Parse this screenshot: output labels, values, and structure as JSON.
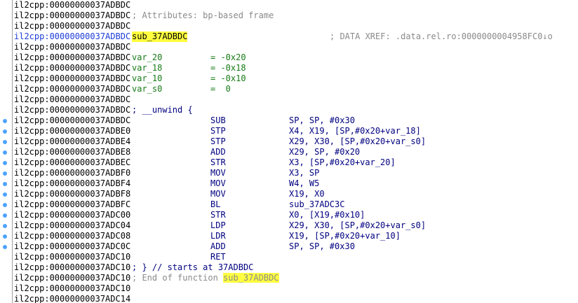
{
  "listing": {
    "prefix": "il2cpp:",
    "lines": [
      {
        "addr": "00000000037ADBDC"
      },
      {
        "addr": "00000000037ADBDC",
        "comment": "; Attributes: bp-based frame"
      },
      {
        "addr": "00000000037ADBDC"
      },
      {
        "addr": "00000000037ADBDC",
        "label": "sub_37ADBDC",
        "xref": "; DATA XREF: .data.rel.ro:0000000004958FC0↓o"
      },
      {
        "addr": "00000000037ADBDC"
      },
      {
        "addr": "00000000037ADBDC",
        "var_name": "var_20",
        "var_value": "= -0x20"
      },
      {
        "addr": "00000000037ADBDC",
        "var_name": "var_18",
        "var_value": "= -0x18"
      },
      {
        "addr": "00000000037ADBDC",
        "var_name": "var_10",
        "var_value": "= -0x10"
      },
      {
        "addr": "00000000037ADBDC",
        "var_name": "var_s0",
        "var_value": "=  0"
      },
      {
        "addr": "00000000037ADBDC"
      },
      {
        "addr": "00000000037ADBDC",
        "directive": "; __unwind {"
      },
      {
        "addr": "00000000037ADBDC",
        "mnemonic": "SUB",
        "operands": "SP, SP, #0x30"
      },
      {
        "addr": "00000000037ADBE0",
        "mnemonic": "STP",
        "operands": "X4, X19, [SP,#0x20+var_18]"
      },
      {
        "addr": "00000000037ADBE4",
        "mnemonic": "STP",
        "operands": "X29, X30, [SP,#0x20+var_s0]"
      },
      {
        "addr": "00000000037ADBE8",
        "mnemonic": "ADD",
        "operands": "X29, SP, #0x20"
      },
      {
        "addr": "00000000037ADBEC",
        "mnemonic": "STR",
        "operands": "X3, [SP,#0x20+var_20]"
      },
      {
        "addr": "00000000037ADBF0",
        "mnemonic": "MOV",
        "operands": "X3, SP"
      },
      {
        "addr": "00000000037ADBF4",
        "mnemonic": "MOV",
        "operands": "W4, W5"
      },
      {
        "addr": "00000000037ADBF8",
        "mnemonic": "MOV",
        "operands": "X19, X0"
      },
      {
        "addr": "00000000037ADBFC",
        "mnemonic": "BL",
        "operands": "sub_37ADC3C"
      },
      {
        "addr": "00000000037ADC00",
        "mnemonic": "STR",
        "operands": "X0, [X19,#0x10]"
      },
      {
        "addr": "00000000037ADC04",
        "mnemonic": "LDP",
        "operands": "X29, X30, [SP,#0x20+var_s0]"
      },
      {
        "addr": "00000000037ADC08",
        "mnemonic": "LDR",
        "operands": "X19, [SP,#0x20+var_10]"
      },
      {
        "addr": "00000000037ADC0C",
        "mnemonic": "ADD",
        "operands": "SP, SP, #0x30"
      },
      {
        "addr": "00000000037ADC10",
        "mnemonic": "RET"
      },
      {
        "addr": "00000000037ADC10",
        "directive": "; } // starts at 37ADBDC"
      },
      {
        "addr": "00000000037ADC10",
        "comment": "; End of function ",
        "comment_name": "sub_37ADBDC"
      },
      {
        "addr": "00000000037ADC10"
      },
      {
        "addr": "00000000037ADC14"
      }
    ]
  },
  "colors": {
    "gutter_dot": "#4da3ff",
    "selected_address": "#1c3bd6",
    "highlight": "#ffff40",
    "comment": "#8a8a8a",
    "variable": "#167a16",
    "instruction": "#000080"
  },
  "gutter": {
    "marker_icon": "breakpoint-dot-icon",
    "marked_lines": [
      11,
      12,
      13,
      14,
      15,
      16,
      17,
      18,
      19,
      20,
      21,
      22,
      23
    ]
  }
}
